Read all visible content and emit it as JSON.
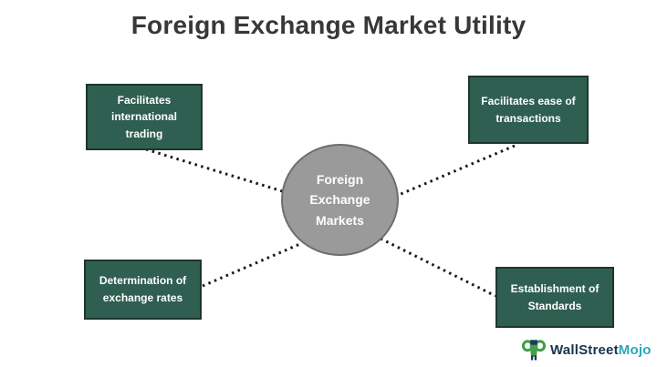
{
  "title": "Foreign Exchange Market Utility",
  "center_node": {
    "label": "Foreign\nExchange\nMarkets"
  },
  "nodes": [
    {
      "id": "facilitates-international-trading",
      "label": "Facilitates\ninternational\ntrading"
    },
    {
      "id": "facilitates-ease-of-transactions",
      "label": "Facilitates ease of\ntransactions"
    },
    {
      "id": "determination-of-exchange-rates",
      "label": "Determination of\nexchange rates"
    },
    {
      "id": "establishment-of-standards",
      "label": "Establishment of\nStandards"
    }
  ],
  "branding": {
    "wordmark_part1": "WallStreet",
    "wordmark_part2": "Mojo",
    "icon": "bull-logo-icon"
  },
  "colors": {
    "node_green": "#2f5f51",
    "node_border": "#1f352e",
    "node_text": "#ffffff",
    "center_gray": "#9a9a9a",
    "center_border": "#6e6e6e",
    "connector_black": "#1a1a1a",
    "title_text": "#383838",
    "brand_navy": "#17344f",
    "brand_teal": "#29a8bc",
    "background": "#ffffff"
  }
}
